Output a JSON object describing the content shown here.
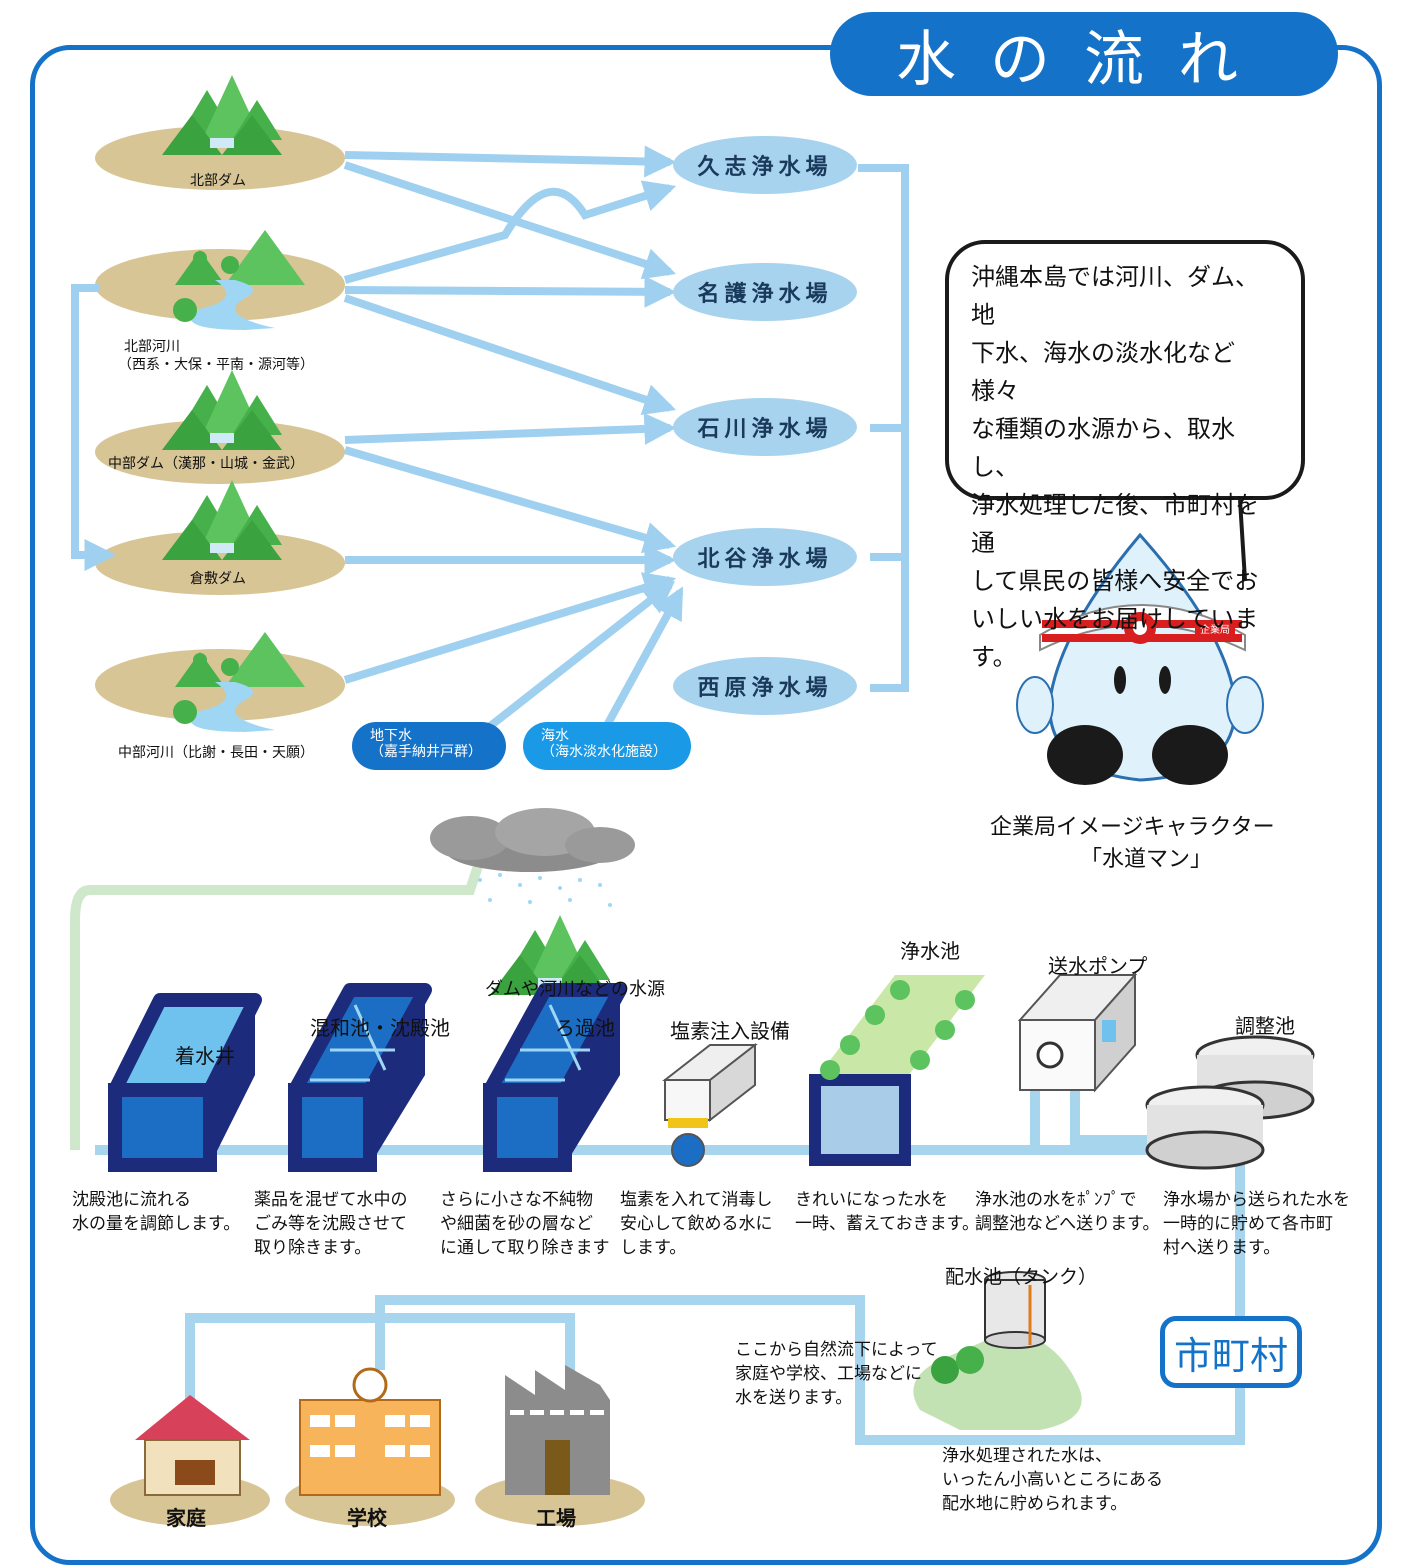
{
  "title": "水の流れ",
  "sources": {
    "hokubu_dam": "北部ダム",
    "hokubu_river": "北部河川",
    "hokubu_river_detail": "（西系・大保・平南・源河等）",
    "chubu_dam": "中部ダム（漢那・山城・金武）",
    "kurashiki_dam": "倉敷ダム",
    "chubu_river": "中部河川（比謝・長田・天願）",
    "groundwater": "地下水",
    "groundwater_detail": "（嘉手納井戸群）",
    "seawater": "海水",
    "seawater_detail": "（海水淡水化施設）"
  },
  "plants": [
    "久志浄水場",
    "名護浄水場",
    "石川浄水場",
    "北谷浄水場",
    "西原浄水場"
  ],
  "speech_bubble": [
    "沖縄本島では河川、ダム、地",
    "下水、海水の淡水化など様々",
    "な種類の水源から、取水し、",
    "浄水処理した後、市町村を通",
    "して県民の皆様へ安全でお",
    "いしい水をお届けしています。"
  ],
  "mascot": {
    "helmet_text": "企業局",
    "caption_line1": "企業局イメージキャラクター",
    "caption_line2": "「水道マン」"
  },
  "process": {
    "source_caption": "ダムや河川などの水源",
    "steps": [
      {
        "label": "着水井",
        "desc": [
          "沈殿池に流れる",
          "水の量を調節します。"
        ]
      },
      {
        "label": "混和池・沈殿池",
        "desc": [
          "薬品を混ぜて水中の",
          "ごみ等を沈殿させて",
          "取り除きます。"
        ]
      },
      {
        "label": "ろ過池",
        "desc": [
          "さらに小さな不純物",
          "や細菌を砂の層など",
          "に通して取り除きます"
        ]
      },
      {
        "label": "塩素注入設備",
        "desc": [
          "塩素を入れて消毒し",
          "安心して飲める水に",
          "します。"
        ]
      },
      {
        "label": "浄水池",
        "desc": [
          "きれいになった水を",
          "一時、蓄えておきます。"
        ]
      },
      {
        "label": "送水ポンプ",
        "desc": [
          "浄水池の水をﾎﾟﾝﾌﾟで",
          "調整池などへ送ります。"
        ]
      },
      {
        "label": "調整池",
        "desc": [
          "浄水場から送られた水を",
          "一時的に貯めて各市町",
          "村へ送ります。"
        ]
      }
    ]
  },
  "distribution": {
    "city": "市町村",
    "tank_label": "配水池（タンク）",
    "tank_desc": [
      "浄水処理された水は、",
      "いったん小高いところにある",
      "配水地に貯められます。"
    ],
    "gravity_desc": [
      "ここから自然流下によって",
      "家庭や学校、工場などに",
      "水を送ります。"
    ],
    "buildings": [
      "家庭",
      "学校",
      "工場"
    ]
  }
}
